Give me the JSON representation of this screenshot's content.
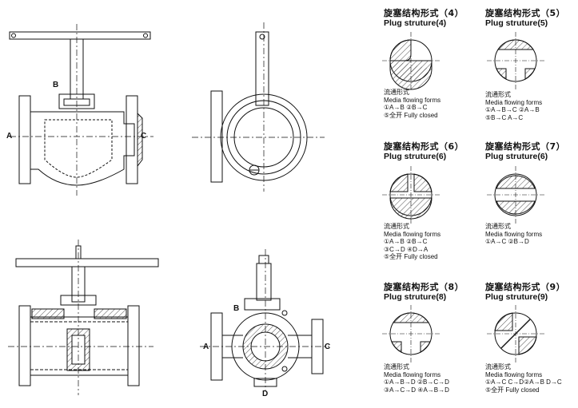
{
  "view_labels": {
    "top_left": {
      "a": "A",
      "b": "B",
      "c": "C"
    },
    "bottom_middle": {
      "a": "A",
      "b": "B",
      "c": "C",
      "d": "D"
    }
  },
  "plug_panels": [
    {
      "title_cn": "旋塞结构形式（4）",
      "title_en": "Plug struture(4)",
      "flow_title_cn": "流通形式",
      "flow_title_en": "Media flowing forms",
      "flow_lines": [
        "①A→B ②B→C",
        "⑤全开 Fully closed"
      ]
    },
    {
      "title_cn": "旋塞结构形式（5）",
      "title_en": "Plug struture(5)",
      "flow_title_cn": "流通形式",
      "flow_title_en": "Media flowing forms",
      "flow_lines": [
        "①A→B→C ②A→B",
        "⑤B→C A→C"
      ]
    },
    {
      "title_cn": "旋塞结构形式（6）",
      "title_en": "Plug struture(6)",
      "flow_title_cn": "流通形式",
      "flow_title_en": "Media flowing forms",
      "flow_lines": [
        "①A→B ②B→C",
        "③C→D ④D→A",
        "⑤全开 Fully closed"
      ]
    },
    {
      "title_cn": "旋塞结构形式（7）",
      "title_en": "Plug struture(6)",
      "flow_title_cn": "流通形式",
      "flow_title_en": "Media flowing forms",
      "flow_lines": [
        "①A→C ②B→D"
      ]
    },
    {
      "title_cn": "旋塞结构形式（8）",
      "title_en": "Plug struture(8)",
      "flow_title_cn": "流通形式",
      "flow_title_en": "Media flowing forms",
      "flow_lines": [
        "①A→B→D ②B→C→D",
        "③A→C→D ④A→B→D"
      ]
    },
    {
      "title_cn": "旋塞结构形式（9）",
      "title_en": "Plug struture(9)",
      "flow_title_cn": "流通形式",
      "flow_title_en": "Media flowing forms",
      "flow_lines": [
        "①A→C C→D②A→B D→C",
        "⑤全开 Fully closed"
      ]
    }
  ]
}
